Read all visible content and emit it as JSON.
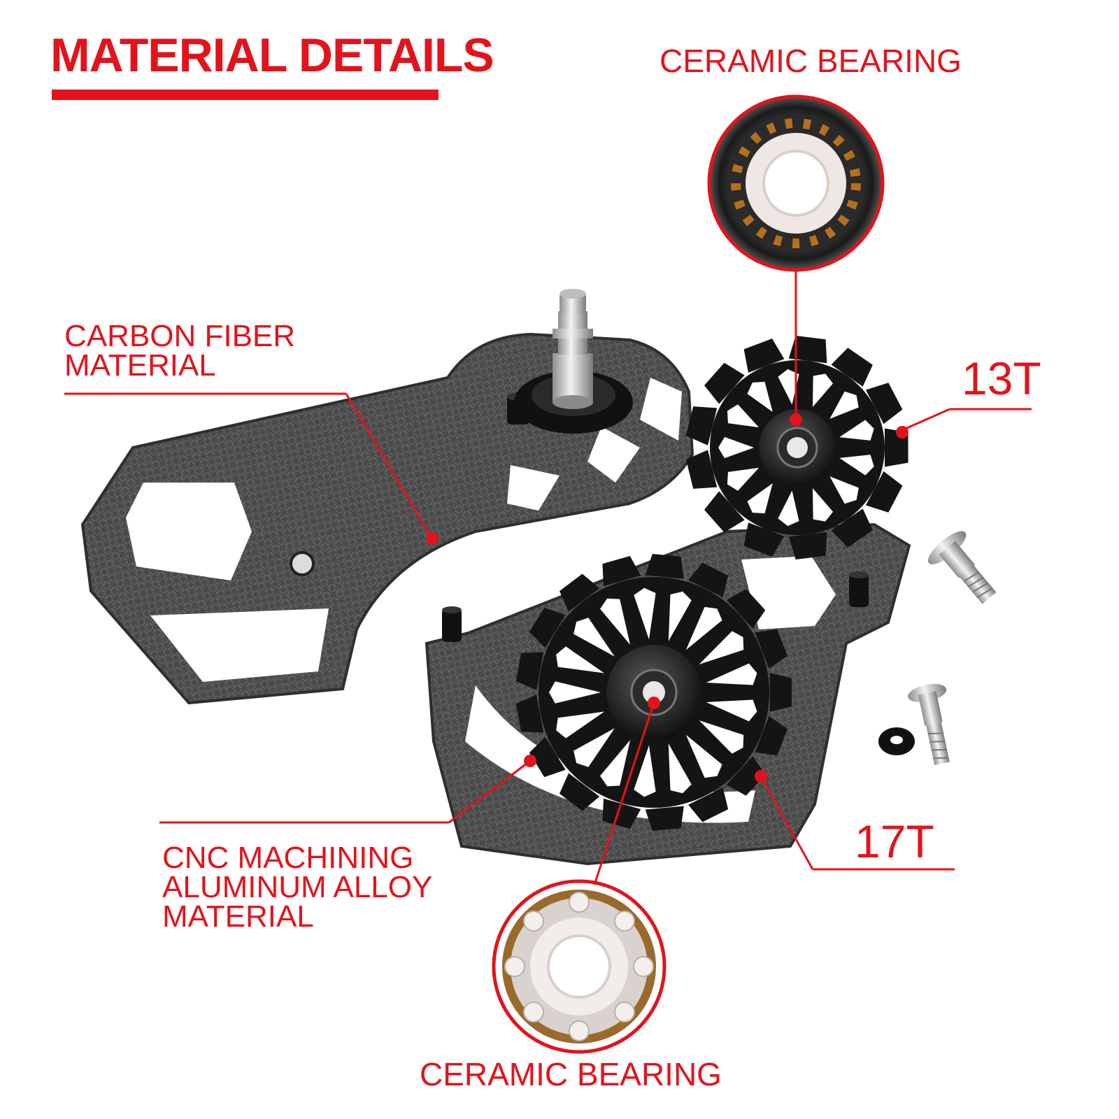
{
  "header": {
    "title": "MATERIAL DETAILS"
  },
  "callouts": {
    "ceramic_bearing_top": "CERAMIC BEARING",
    "ceramic_bearing_bottom": "CERAMIC BEARING",
    "carbon_fiber": [
      "CARBON FIBER",
      "MATERIAL"
    ],
    "cnc": [
      "CNC MACHINING",
      "ALUMINUM ALLOY",
      "MATERIAL"
    ],
    "pulley_13t": "13T",
    "pulley_17t": "17T"
  },
  "colors": {
    "accent": "#e3131b",
    "carbon": "#4a4a4a",
    "pulley": "#141414",
    "metal": "#c9c9c9"
  },
  "icons": [
    "ceramic-bearing-icon",
    "carbon-cage-icon",
    "pulley-wheel-icon",
    "screw-icon",
    "washer-icon",
    "pivot-bolt-icon"
  ]
}
